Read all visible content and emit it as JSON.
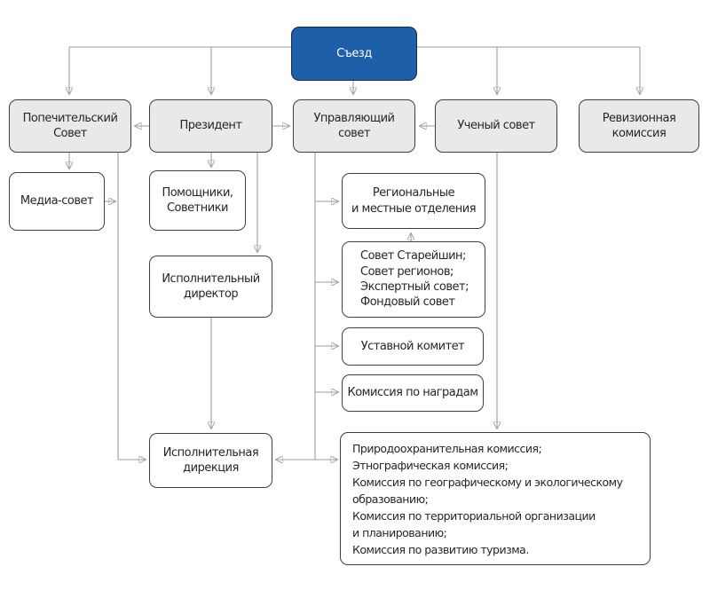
{
  "colors": {
    "accent_blue": "#1e5faa",
    "blue_border": "#152c47",
    "box_gray_fill": "#e9e9e9",
    "box_white_fill": "#ffffff",
    "box_border": "#3f3f3f",
    "connector_line": "#9e9e9e",
    "arrowhead": "#595959",
    "text": "#262626"
  },
  "diagram": {
    "nodes": {
      "szezd": {
        "label": "Съезд"
      },
      "popechitelskiy_sovet": {
        "label": "Попечительский\nСовет"
      },
      "prezident": {
        "label": "Президент"
      },
      "upravlyayushchiy_sovet": {
        "label": "Управляющий\nсовет"
      },
      "ucheniy_sovet": {
        "label": "Ученый совет"
      },
      "revizionnaya_komissiya": {
        "label": "Ревизионная\nкомиссия"
      },
      "media_sovet": {
        "label": "Медиа-совет"
      },
      "pomoshchniki_sovetniki": {
        "label": "Помощники,\nСоветники"
      },
      "regionalnye_otdeleniya": {
        "label": "Региональные\nи местные отделения"
      },
      "sovety_pri_upravlyayushchem": {
        "label": "Совет Старейшин;\nСовет регионов;\nЭкспертный совет;\nФондовый совет"
      },
      "ustavnoy_komitet": {
        "label": "Уставной комитет"
      },
      "komissiya_po_nagradam": {
        "label": "Комиссия по наградам"
      },
      "ispolnitelniy_direktor": {
        "label": "Исполнительный\nдиректор"
      },
      "ispolnitelnaya_direktsiya": {
        "label": "Исполнительная\nдирекция"
      },
      "komissii": {
        "label": "Природоохранительная комиссия;\nЭтнографическая комиссия;\nКомиссия по географическому и экологическому\nобразованию;\nКомиссия по территориальной организации\nи планированию;\nКомиссия по развитию туризма."
      }
    },
    "edges": [
      {
        "from": "szezd",
        "to": "popechitelskiy_sovet",
        "direction": "forward"
      },
      {
        "from": "szezd",
        "to": "prezident",
        "direction": "forward"
      },
      {
        "from": "szezd",
        "to": "upravlyayushchiy_sovet",
        "direction": "forward"
      },
      {
        "from": "szezd",
        "to": "ucheniy_sovet",
        "direction": "forward"
      },
      {
        "from": "szezd",
        "to": "revizionnaya_komissiya",
        "direction": "forward"
      },
      {
        "from": "prezident",
        "to": "popechitelskiy_sovet",
        "direction": "forward"
      },
      {
        "from": "prezident",
        "to": "upravlyayushchiy_sovet",
        "direction": "forward"
      },
      {
        "from": "ucheniy_sovet",
        "to": "upravlyayushchiy_sovet",
        "direction": "forward"
      },
      {
        "from": "popechitelskiy_sovet",
        "to": "media_sovet",
        "direction": "forward"
      },
      {
        "from": "popechitelskiy_sovet",
        "to": "ispolnitelnaya_direktsiya",
        "direction": "forward"
      },
      {
        "from": "media_sovet",
        "to": "ispolnitelnaya_direktsiya",
        "direction": "forward"
      },
      {
        "from": "prezident",
        "to": "pomoshchniki_sovetniki",
        "direction": "forward"
      },
      {
        "from": "prezident",
        "to": "ispolnitelniy_direktor",
        "direction": "forward"
      },
      {
        "from": "ispolnitelniy_direktor",
        "to": "ispolnitelnaya_direktsiya",
        "direction": "forward"
      },
      {
        "from": "upravlyayushchiy_sovet",
        "to": "regionalnye_otdeleniya",
        "direction": "forward"
      },
      {
        "from": "upravlyayushchiy_sovet",
        "to": "sovety_pri_upravlyayushchem",
        "direction": "forward"
      },
      {
        "from": "upravlyayushchiy_sovet",
        "to": "ustavnoy_komitet",
        "direction": "forward"
      },
      {
        "from": "upravlyayushchiy_sovet",
        "to": "komissiya_po_nagradam",
        "direction": "forward"
      },
      {
        "from": "sovety_pri_upravlyayushchem",
        "to": "regionalnye_otdeleniya",
        "direction": "forward"
      },
      {
        "from": "ispolnitelnaya_direktsiya",
        "to": "komissii",
        "direction": "both"
      },
      {
        "from": "upravlyayushchiy_sovet",
        "to": "ispolnitelnaya_direktsiya",
        "direction": "forward"
      },
      {
        "from": "ucheniy_sovet",
        "to": "komissii",
        "direction": "forward"
      }
    ]
  }
}
